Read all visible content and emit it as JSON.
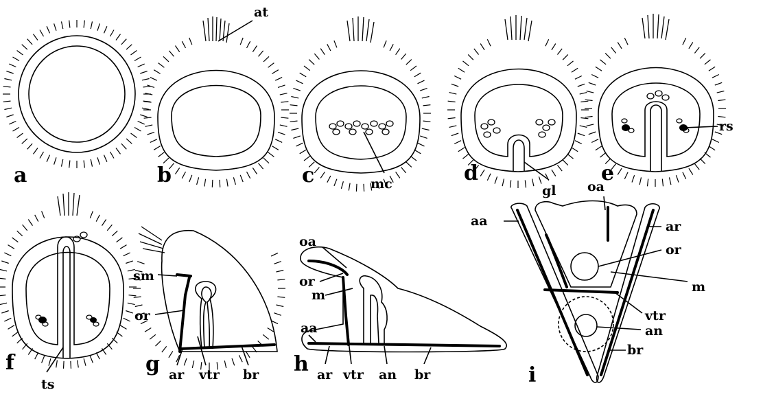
{
  "panels": {
    "a": {
      "letter": "a"
    },
    "b": {
      "letter": "b",
      "labels": [
        "at"
      ]
    },
    "c": {
      "letter": "c",
      "labels": [
        "mc"
      ]
    },
    "d": {
      "letter": "d",
      "labels": [
        "gl"
      ]
    },
    "e": {
      "letter": "e",
      "labels": [
        "rs"
      ]
    },
    "f": {
      "letter": "f",
      "labels": [
        "ts"
      ]
    },
    "g": {
      "letter": "g",
      "labels": [
        "sm",
        "or",
        "ar",
        "vtr",
        "br"
      ]
    },
    "h": {
      "letter": "h",
      "labels": [
        "oa",
        "or",
        "m",
        "aa",
        "ar",
        "vtr",
        "an",
        "br"
      ]
    },
    "i": {
      "letter": "i",
      "labels": [
        "oa",
        "aa",
        "ar",
        "or",
        "m",
        "vtr",
        "an",
        "br"
      ]
    }
  }
}
